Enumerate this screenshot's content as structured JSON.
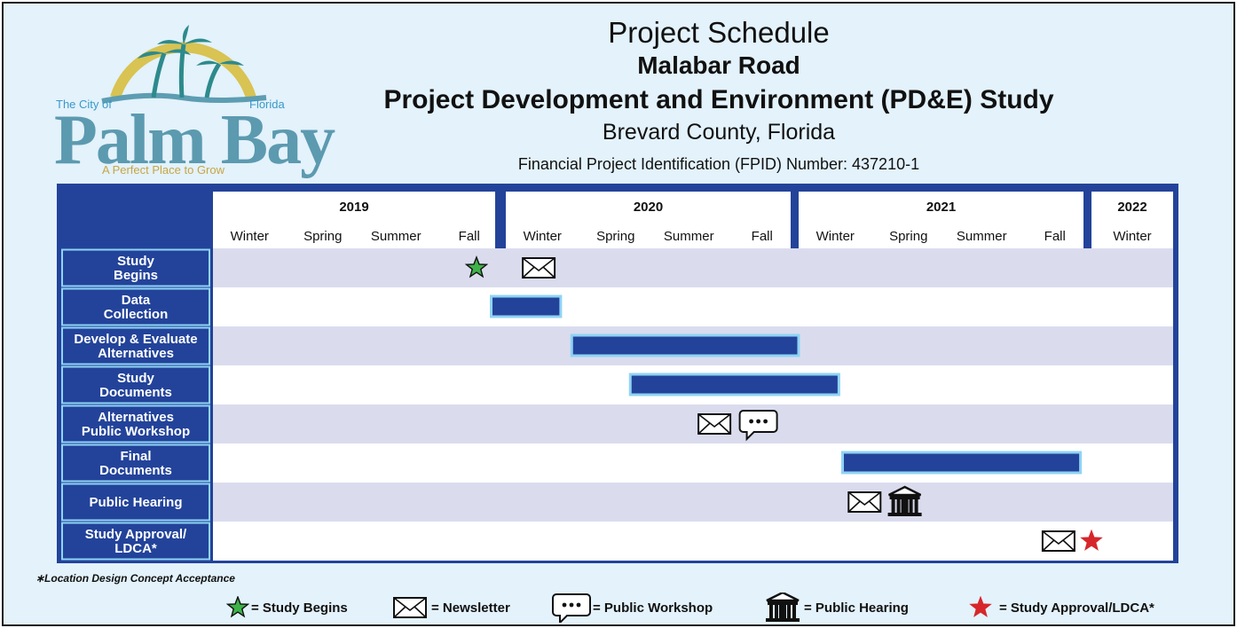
{
  "logo": {
    "city_of": "The City of",
    "florida": "Florida",
    "name": "Palm Bay",
    "tagline": "A Perfect Place to Grow"
  },
  "header": {
    "line1": "Project Schedule",
    "line2": "Malabar Road",
    "line3": "Project Development and Environment (PD&E) Study",
    "line4": "Brevard County, Florida",
    "line5": "Financial Project Identification (FPID) Number: 437210-1"
  },
  "colors": {
    "navy": "#23439a",
    "bar_glow": "#8fd3f4",
    "band": "#dadcee",
    "star_green": "#3fb24a",
    "star_red": "#d7262b"
  },
  "chart_data": {
    "type": "gantt",
    "title": "Project Schedule",
    "years": [
      {
        "label": "2019",
        "seasons": [
          "Winter",
          "Spring",
          "Summer",
          "Fall"
        ]
      },
      {
        "label": "2020",
        "seasons": [
          "Winter",
          "Spring",
          "Summer",
          "Fall"
        ]
      },
      {
        "label": "2021",
        "seasons": [
          "Winter",
          "Spring",
          "Summer",
          "Fall"
        ]
      },
      {
        "label": "2022",
        "seasons": [
          "Winter"
        ]
      }
    ],
    "tasks": [
      {
        "name": "Study Begins",
        "label_lines": [
          "Study",
          "Begins"
        ],
        "bar": null,
        "milestones": [
          {
            "icon": "green-star-icon",
            "at": 3.6
          },
          {
            "icon": "newsletter-icon",
            "at": 4.45
          }
        ]
      },
      {
        "name": "Data Collection",
        "label_lines": [
          "Data",
          "Collection"
        ],
        "bar": [
          3.8,
          4.75
        ],
        "milestones": []
      },
      {
        "name": "Develop & Evaluate Alternatives",
        "label_lines": [
          "Develop & Evaluate",
          "Alternatives"
        ],
        "bar": [
          4.9,
          8.0
        ],
        "milestones": []
      },
      {
        "name": "Study Documents",
        "label_lines": [
          "Study",
          "Documents"
        ],
        "bar": [
          5.7,
          8.55
        ],
        "milestones": []
      },
      {
        "name": "Alternatives Public Workshop",
        "label_lines": [
          "Alternatives",
          "Public Workshop"
        ],
        "bar": null,
        "milestones": [
          {
            "icon": "newsletter-icon",
            "at": 6.85
          },
          {
            "icon": "public-workshop-icon",
            "at": 7.45
          }
        ]
      },
      {
        "name": "Final Documents",
        "label_lines": [
          "Final",
          "Documents"
        ],
        "bar": [
          8.6,
          11.85
        ],
        "milestones": []
      },
      {
        "name": "Public Hearing",
        "label_lines": [
          "Public Hearing"
        ],
        "bar": null,
        "milestones": [
          {
            "icon": "newsletter-icon",
            "at": 8.9
          },
          {
            "icon": "public-hearing-icon",
            "at": 9.45
          }
        ]
      },
      {
        "name": "Study Approval/ LDCA*",
        "label_lines": [
          "Study Approval/",
          "LDCA*"
        ],
        "bar": null,
        "milestones": [
          {
            "icon": "newsletter-icon",
            "at": 11.55
          },
          {
            "icon": "red-star-icon",
            "at": 12.0
          }
        ]
      }
    ]
  },
  "legend": {
    "footnote": "∗Location Design Concept Acceptance",
    "items": [
      {
        "icon": "green-star-icon",
        "label": "= Study Begins"
      },
      {
        "icon": "newsletter-icon",
        "label": "= Newsletter"
      },
      {
        "icon": "public-workshop-icon",
        "label": "= Public Workshop"
      },
      {
        "icon": "public-hearing-icon",
        "label": "= Public Hearing"
      },
      {
        "icon": "red-star-icon",
        "label": "= Study Approval/LDCA*"
      }
    ]
  }
}
